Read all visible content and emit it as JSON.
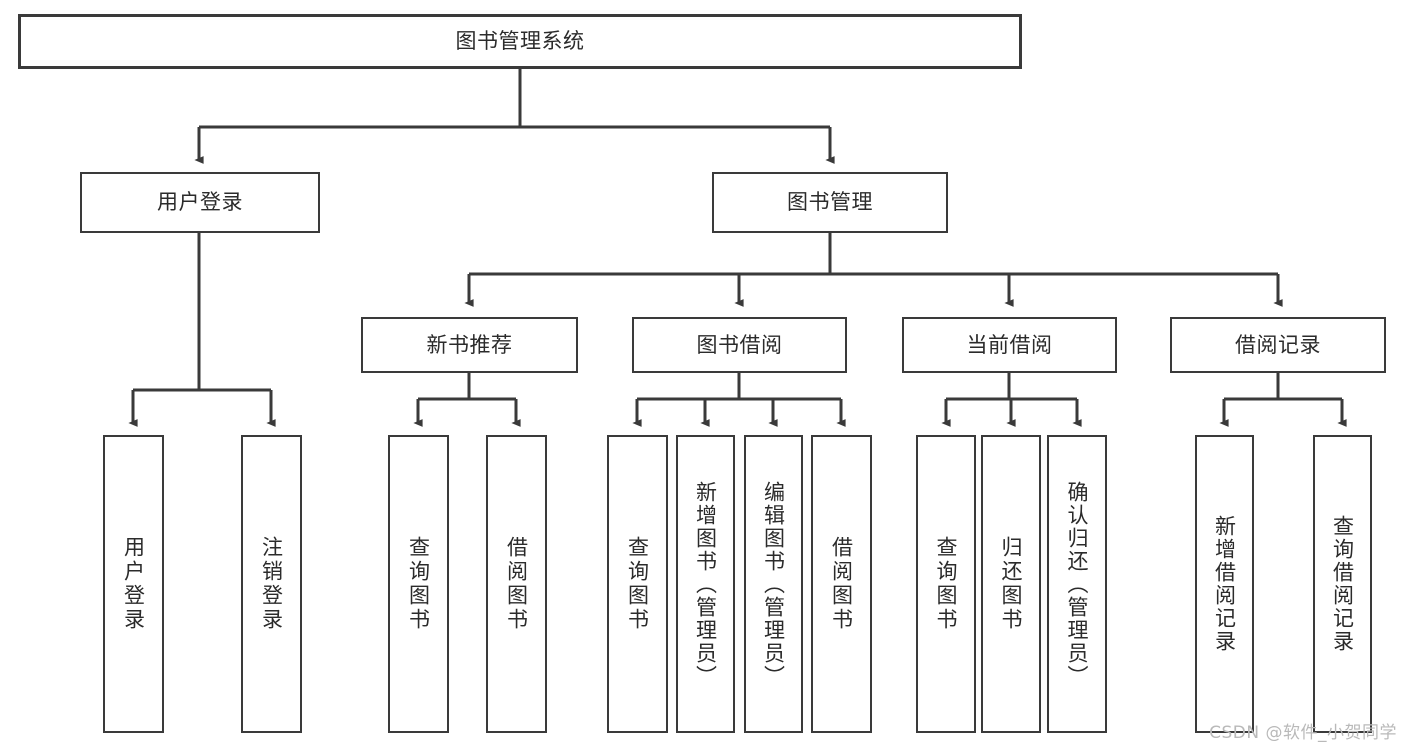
{
  "diagram": {
    "title": "图书管理系统",
    "type": "tree-hierarchy-chart",
    "root": {
      "label": "图书管理系统"
    },
    "level2": [
      {
        "label": "用户登录"
      },
      {
        "label": "图书管理"
      }
    ],
    "level3": [
      {
        "label": "新书推荐"
      },
      {
        "label": "图书借阅"
      },
      {
        "label": "当前借阅"
      },
      {
        "label": "借阅记录"
      }
    ],
    "leaves": {
      "user_login": [
        {
          "label": "用户登录"
        },
        {
          "label": "注销登录"
        }
      ],
      "new_book_recommend": [
        {
          "label": "查询图书"
        },
        {
          "label": "借阅图书"
        }
      ],
      "book_borrow": [
        {
          "label": "查询图书"
        },
        {
          "label": "新增图书（管理员）"
        },
        {
          "label": "编辑图书（管理员）"
        },
        {
          "label": "借阅图书"
        }
      ],
      "current_borrow": [
        {
          "label": "查询图书"
        },
        {
          "label": "归还图书"
        },
        {
          "label": "确认归还（管理员）"
        }
      ],
      "borrow_record": [
        {
          "label": "新增借阅记录"
        },
        {
          "label": "查询借阅记录"
        }
      ]
    }
  },
  "watermark": {
    "text": "CSDN @软件_小贺同学"
  },
  "colors": {
    "box_border": "#3a3a3a",
    "box_fill": "#ffffff",
    "text": "#2b2b2b",
    "edge": "#3a3a3a",
    "watermark": "#b9b9b9"
  }
}
